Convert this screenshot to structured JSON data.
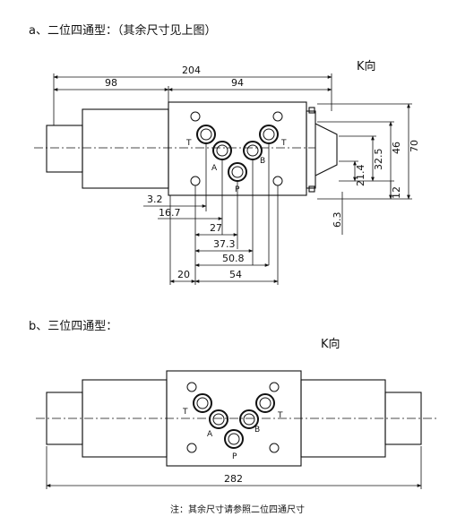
{
  "section_a": {
    "caption": "a、二位四通型：（其余尺寸见上图）",
    "view_label": "K向",
    "dims": {
      "d204": "204",
      "d98": "98",
      "d94": "94",
      "d70": "70",
      "d46": "46",
      "d325": "32.5",
      "d214": "21.4",
      "d12": "12",
      "d63": "6.3",
      "d32": "3.2",
      "d167": "16.7",
      "d27": "27",
      "d373": "37.3",
      "d508": "50.8",
      "d20": "20",
      "d54": "54"
    },
    "ports": {
      "t_left": "T",
      "t_right": "T",
      "a": "A",
      "b": "B",
      "p": "P"
    }
  },
  "section_b": {
    "caption": "b、三位四通型：",
    "view_label": "K向",
    "dims": {
      "d282": "282"
    },
    "ports": {
      "t_left": "T",
      "t_right": "T",
      "a": "A",
      "b": "B",
      "p": "P"
    }
  },
  "footnote": "注：其余尺寸请参照二位四通尺寸"
}
